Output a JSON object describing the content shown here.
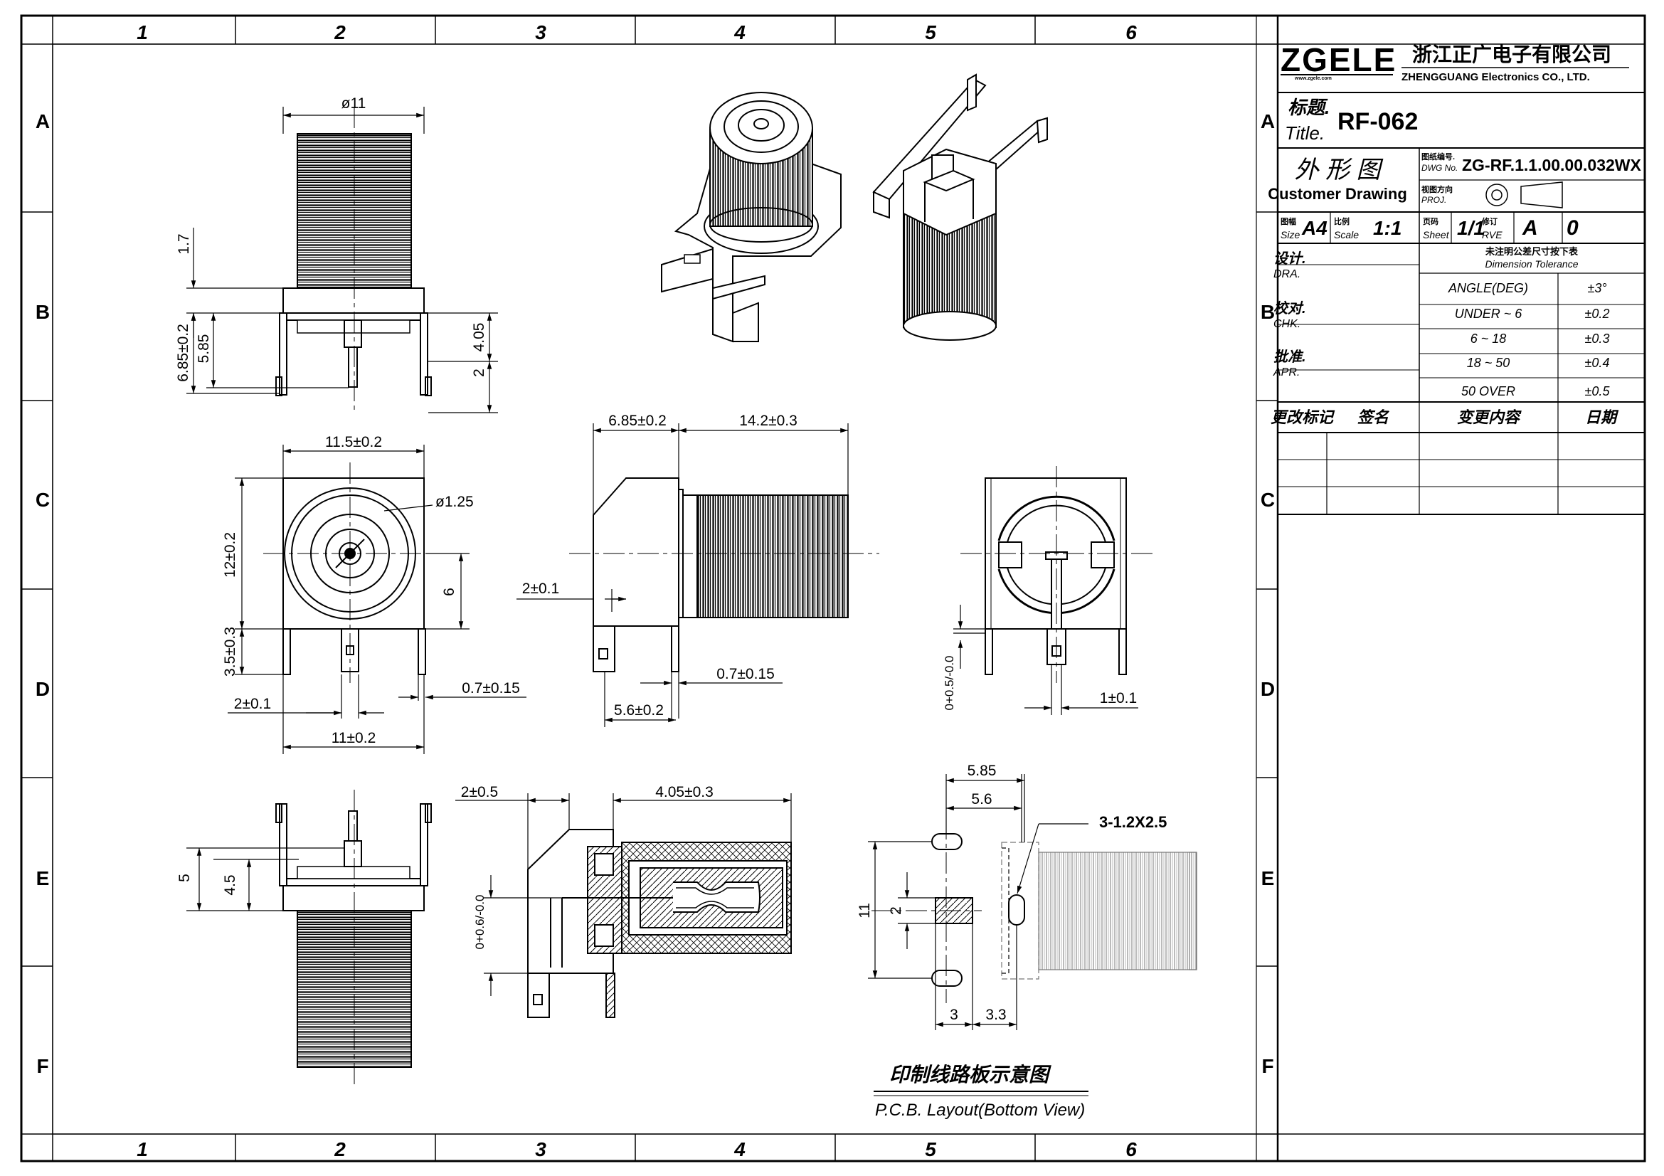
{
  "border": {
    "columns": [
      "1",
      "2",
      "3",
      "4",
      "5",
      "6"
    ],
    "rows": [
      "A",
      "B",
      "C",
      "D",
      "E",
      "F"
    ]
  },
  "title_block": {
    "logo": "ZGELE",
    "logo_sub": "www.zgele.com",
    "company_cn": "浙江正广电子有限公司",
    "company_en": "ZHENGGUANG Electronics CO., LTD.",
    "title_label_cn": "标题.",
    "title_label_en": "Title.",
    "title_value": "RF-062",
    "drawing_type_cn": "外 形 图",
    "drawing_type_en": "Customer Drawing",
    "dwg_no_label_cn": "图纸编号.",
    "dwg_no_label_en": "DWG No.",
    "dwg_no_value": "ZG-RF.1.1.00.00.032WX",
    "proj_label_cn": "视图方向",
    "proj_label_en": "PROJ.",
    "size_label_cn": "图幅",
    "size_label_en": "Size",
    "size_value": "A4",
    "scale_label_cn": "比例",
    "scale_label_en": "Scale",
    "scale_value": "1:1",
    "sheet_label_cn": "页码",
    "sheet_label_en": "Sheet",
    "sheet_value": "1/1",
    "rev_label_cn": "修订",
    "rev_label_en": "RVE",
    "rev_value": "A",
    "rev_num": "0",
    "signatures": [
      {
        "cn": "设计.",
        "en": "DRA."
      },
      {
        "cn": "校对.",
        "en": "CHK."
      },
      {
        "cn": "批准.",
        "en": "APR."
      }
    ],
    "tolerance_title_cn": "未注明公差尺寸按下表",
    "tolerance_title_en": "Dimension Tolerance",
    "tolerance": [
      {
        "range": "ANGLE(DEG)",
        "tol": "±3°"
      },
      {
        "range": "UNDER ~ 6",
        "tol": "±0.2"
      },
      {
        "range": "6 ~ 18",
        "tol": "±0.3"
      },
      {
        "range": "18 ~ 50",
        "tol": "±0.4"
      },
      {
        "range": "50   OVER",
        "tol": "±0.5"
      }
    ],
    "revision_headers": [
      "更改标记",
      "签名",
      "变更内容",
      "日期"
    ]
  },
  "dimensions": {
    "top_diam": "ø11",
    "d_1_7": "1.7",
    "d_6_85": "6.85±0.2",
    "d_5_85": "5.85",
    "d_4_05": "4.05",
    "d_2": "2",
    "front_w": "11.5±0.2",
    "front_hole": "ø1.25",
    "front_h": "12±0.2",
    "front_6": "6",
    "front_3_5": "3.5±0.3",
    "front_2": "2±0.1",
    "front_0_7": "0.7±0.15",
    "front_11": "11±0.2",
    "side_6_85": "6.85±0.2",
    "side_14_2": "14.2±0.3",
    "side_2": "2±0.1",
    "side_0_7": "0.7±0.15",
    "side_5_6": "5.6±0.2",
    "rear_0": "0+0.5/-0.0",
    "rear_1": "1±0.1",
    "bot_5": "5",
    "bot_4_5": "4.5",
    "sec_2": "2±0.5",
    "sec_4_05": "4.05±0.3",
    "sec_0": "0+0.6/-0.0",
    "pcb_5_85": "5.85",
    "pcb_5_6": "5.6",
    "pcb_holes": "3-1.2X2.5",
    "pcb_11": "11",
    "pcb_2": "2",
    "pcb_3": "3",
    "pcb_3_3": "3.3"
  },
  "pcb_caption_cn": "印制线路板示意图",
  "pcb_caption_en": "P.C.B. Layout(Bottom View)"
}
